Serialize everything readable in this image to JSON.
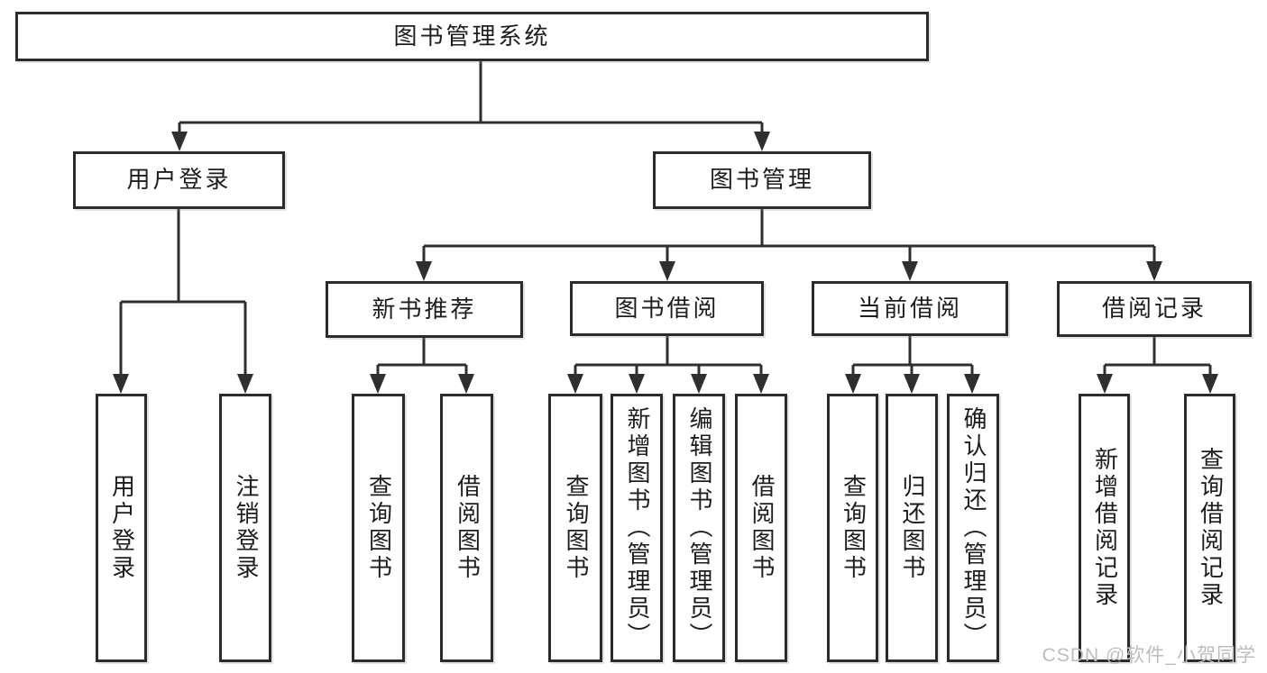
{
  "diagram": {
    "root": {
      "label": "图书管理系统"
    },
    "branches": [
      {
        "label": "用户登录",
        "children": [
          "用户登录",
          "注销登录"
        ]
      },
      {
        "label": "图书管理"
      }
    ],
    "modules": [
      {
        "label": "新书推荐",
        "children": [
          "查询图书",
          "借阅图书"
        ]
      },
      {
        "label": "图书借阅",
        "children": [
          "查询图书",
          "新增图书（管理员）",
          "编辑图书（管理员）",
          "借阅图书"
        ]
      },
      {
        "label": "当前借阅",
        "children": [
          "查询图书",
          "归还图书",
          "确认归还（管理员）"
        ]
      },
      {
        "label": "借阅记录",
        "children": [
          "新增借阅记录",
          "查询借阅记录"
        ]
      }
    ]
  },
  "watermark": "CSDN @软件_小贺同学",
  "colors": {
    "line": "#2f2f2f",
    "border": "#2b2b2b",
    "text": "#1d1d1f",
    "watermark": "#bdbdbd",
    "background": "#ffffff"
  }
}
